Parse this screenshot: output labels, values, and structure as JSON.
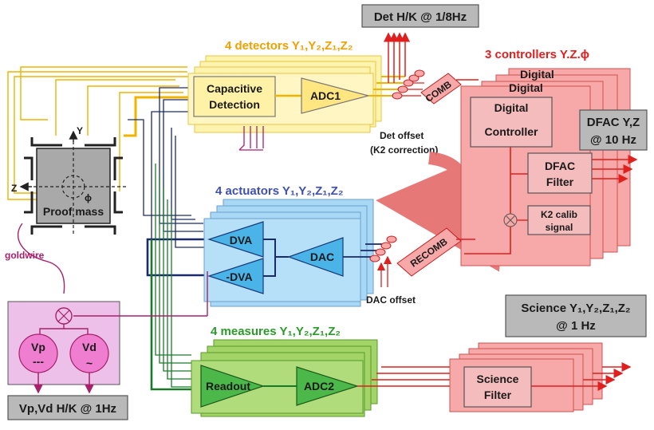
{
  "top_labels": {
    "det_hk": "Det H/K @ 1/8Hz",
    "dfac": [
      "DFAC Y,Z",
      "@ 10 Hz"
    ],
    "science_rate": [
      "Science Y₁,Y₂,Z₁,Z₂",
      "@ 1 Hz"
    ],
    "vp_vd_hk": "Vp,Vd H/K @ 1Hz"
  },
  "groups": {
    "detectors": "4 detectors Y₁,Y₂,Z₁,Z₂",
    "actuators": "4 actuators Y₁,Y₂,Z₁,Z₂",
    "measures": "4 measures Y₁,Y₂,Z₁,Z₂",
    "controllers": "3 controllers Y.Z.ϕ"
  },
  "blocks": {
    "capacitive": [
      "Capacitive",
      "Detection"
    ],
    "adc1": "ADC1",
    "dva": "DVA",
    "neg_dva": "-DVA",
    "dac": "DAC",
    "readout": "Readout",
    "adc2": "ADC2",
    "comb": "COMB",
    "recomb": "RECOMB",
    "digital_stack": [
      "Digital",
      "Digital"
    ],
    "digital_controller": [
      "Digital",
      "Controller"
    ],
    "dfac_filter": [
      "DFAC",
      "Filter"
    ],
    "k2_calib": [
      "K2 calib",
      "signal"
    ],
    "science_filter": [
      "Science",
      "Filter"
    ],
    "vp": [
      "Vp",
      "---"
    ],
    "vd": [
      "Vd",
      "~"
    ]
  },
  "annotations": {
    "det_offset": "Det offset",
    "k2_correction": "(K2 correction)",
    "dac_offset": "DAC offset",
    "goldwire": "goldwire",
    "proof_mass": "Proof mass",
    "axis_y": "Y",
    "axis_z": "Z",
    "axis_phi": "ϕ"
  },
  "colors": {
    "detector": "#fff3b0",
    "detector_wire": "#f0b400",
    "actuator": "#a8d8f4",
    "actuator_wire": "#1a2a6a",
    "measure": "#a3d468",
    "measure_wire": "#1a7a2a",
    "controller": "#f7a8a8",
    "controller_line": "#e01f1f",
    "gold": "#a8206a",
    "title_orange": "#f0a000",
    "title_blue": "#4050b0",
    "title_green": "#2a9a2a",
    "title_red": "#e02020"
  }
}
